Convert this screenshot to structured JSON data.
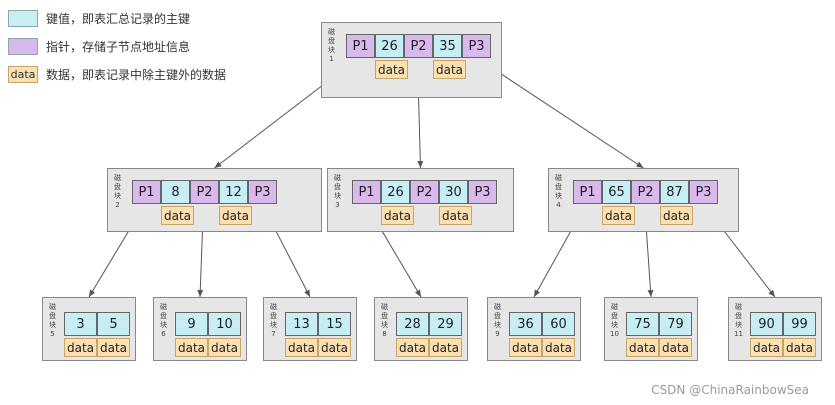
{
  "legend": {
    "key_text": "键值，即表汇总记录的主键",
    "pointer_text": "指针，存储子节点地址信息",
    "data_swatch": "data",
    "data_text": "数据，即表记录中除主键外的数据"
  },
  "colors": {
    "pointer": "#d9b8ec",
    "key": "#c7eef4",
    "data": "#fbe0b2",
    "block": "#e6e6e6"
  },
  "blocks": [
    {
      "id": "1",
      "label": "磁盘块1",
      "cells": [
        "P1",
        "26",
        "P2",
        "35",
        "P3"
      ],
      "data": [
        "data",
        "data"
      ]
    },
    {
      "id": "2",
      "label": "磁盘块2",
      "cells": [
        "P1",
        "8",
        "P2",
        "12",
        "P3"
      ],
      "data": [
        "data",
        "data"
      ]
    },
    {
      "id": "3",
      "label": "磁盘块3",
      "cells": [
        "P1",
        "26",
        "P2",
        "30",
        "P3"
      ],
      "data": [
        "data",
        "data"
      ]
    },
    {
      "id": "4",
      "label": "磁盘块4",
      "cells": [
        "P1",
        "65",
        "P2",
        "87",
        "P3"
      ],
      "data": [
        "data",
        "data"
      ]
    },
    {
      "id": "5",
      "label": "磁盘块5",
      "cells": [
        "3",
        "5"
      ],
      "data": [
        "data",
        "data"
      ]
    },
    {
      "id": "6",
      "label": "磁盘块6",
      "cells": [
        "9",
        "10"
      ],
      "data": [
        "data",
        "data"
      ]
    },
    {
      "id": "7",
      "label": "磁盘块7",
      "cells": [
        "13",
        "15"
      ],
      "data": [
        "data",
        "data"
      ]
    },
    {
      "id": "8",
      "label": "磁盘块8",
      "cells": [
        "28",
        "29"
      ],
      "data": [
        "data",
        "data"
      ]
    },
    {
      "id": "9",
      "label": "磁盘块9",
      "cells": [
        "36",
        "60"
      ],
      "data": [
        "data",
        "data"
      ]
    },
    {
      "id": "10",
      "label": "磁盘块10",
      "cells": [
        "75",
        "79"
      ],
      "data": [
        "data",
        "data"
      ]
    },
    {
      "id": "11",
      "label": "磁盘块11",
      "cells": [
        "90",
        "99"
      ],
      "data": [
        "data",
        "data"
      ]
    }
  ],
  "edges": [
    {
      "from": "1",
      "ptr": "P1",
      "to": "2"
    },
    {
      "from": "1",
      "ptr": "P2",
      "to": "3"
    },
    {
      "from": "1",
      "ptr": "P3",
      "to": "4"
    },
    {
      "from": "2",
      "ptr": "P1",
      "to": "5"
    },
    {
      "from": "2",
      "ptr": "P2",
      "to": "6"
    },
    {
      "from": "2",
      "ptr": "P3",
      "to": "7"
    },
    {
      "from": "3",
      "ptr": "P1",
      "to": "8"
    },
    {
      "from": "4",
      "ptr": "P1",
      "to": "9"
    },
    {
      "from": "4",
      "ptr": "P2",
      "to": "10"
    },
    {
      "from": "4",
      "ptr": "P3",
      "to": "11"
    }
  ],
  "watermark": "CSDN @ChinaRainbowSea"
}
